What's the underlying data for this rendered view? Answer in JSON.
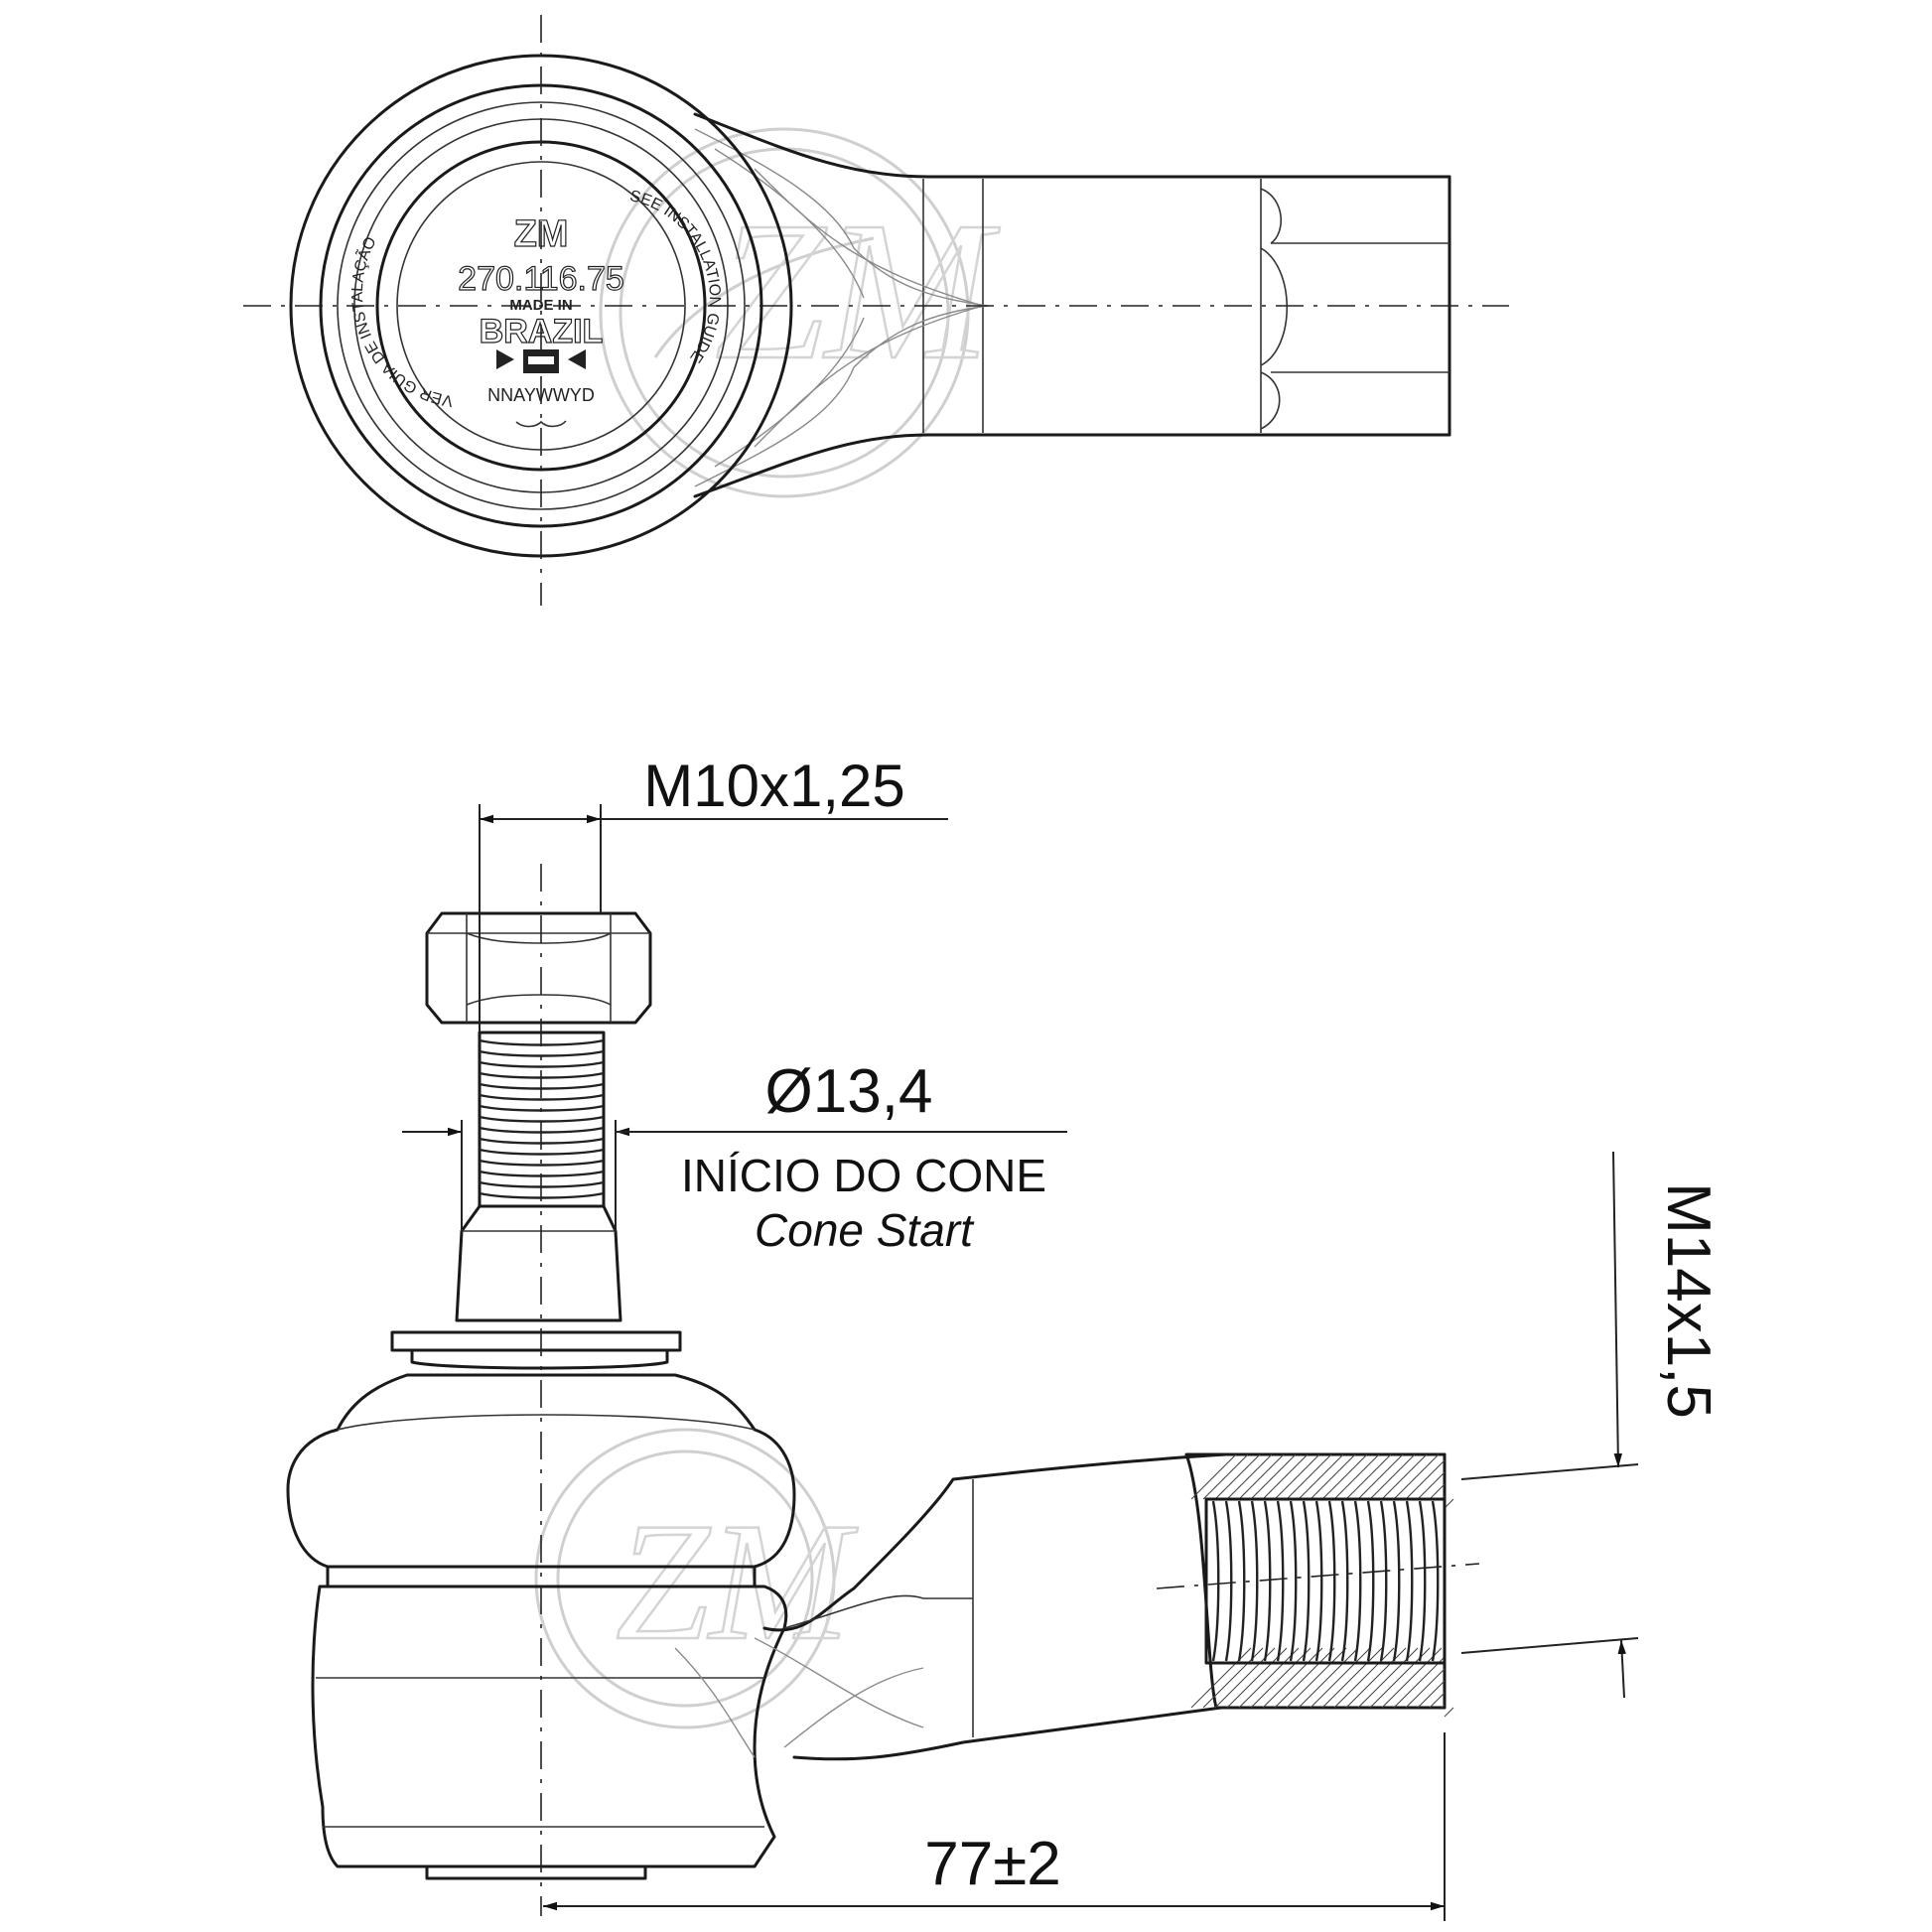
{
  "top_view": {
    "stamp": {
      "brand": "ZM",
      "part_number": "270.116.75",
      "made_in": "MADE IN",
      "country": "BRAZIL",
      "date_code": "NNAYWWYD",
      "ring_text_left": "VER GUIA DE INSTALAÇÃO",
      "ring_text_right": "SEE INSTALLATION GUIDE"
    }
  },
  "dimensions": {
    "stud_thread": "M10x1,25",
    "cone_diameter": "Ø13,4",
    "cone_note_pt": "INÍCIO DO CONE",
    "cone_note_en": "Cone Start",
    "shank_thread": "M14x1,5",
    "length": "77±2"
  },
  "watermark": "ZM"
}
